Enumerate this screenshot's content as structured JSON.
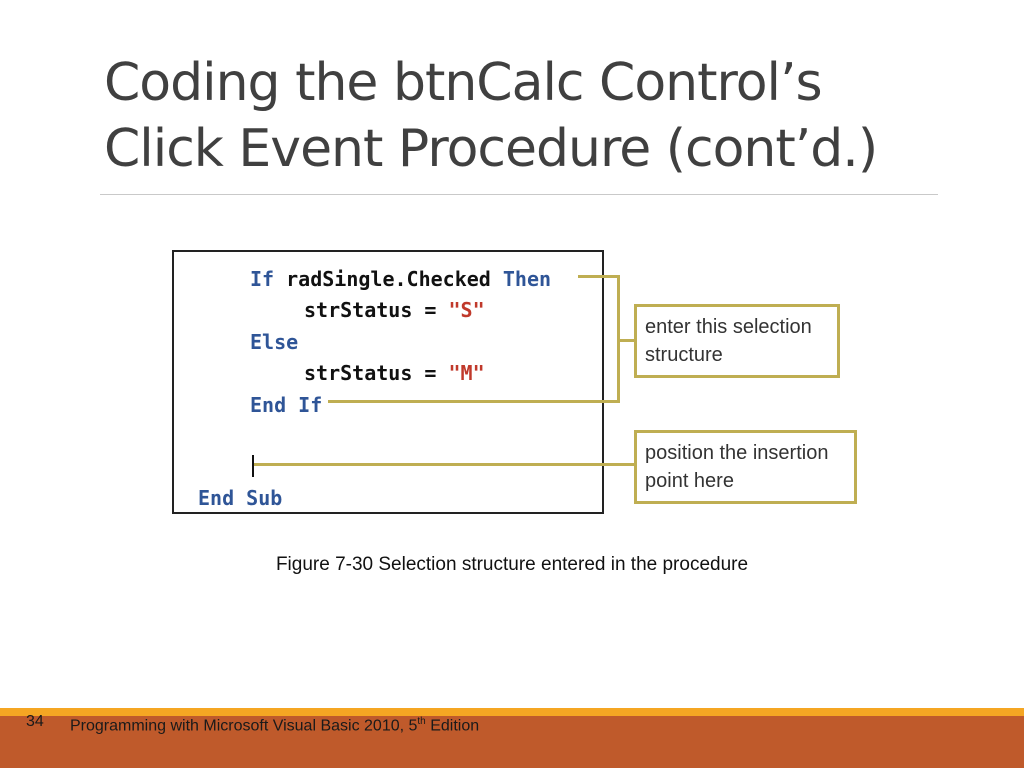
{
  "slide": {
    "title_line1": "Coding the btnCalc Control’s",
    "title_line2": "Click Event Procedure (cont’d.)",
    "code": {
      "line1_kw1": "If",
      "line1_text": " radSingle.Checked ",
      "line1_kw2": "Then",
      "line2_text": "strStatus = ",
      "line2_str": "\"S\"",
      "line3_kw": "Else",
      "line4_text": "strStatus = ",
      "line4_str": "\"M\"",
      "line5_kw1": "End",
      "line5_kw2": "If",
      "line7_kw1": "End",
      "line7_kw2": "Sub"
    },
    "callouts": {
      "selection_line1": "enter this selection",
      "selection_line2": "structure",
      "insertion_line1": "position the insertion",
      "insertion_line2": "point here"
    },
    "caption": "Figure 7-30 Selection structure entered in the procedure",
    "slide_number": "34",
    "footer_prefix": "Programming with Microsoft Visual Basic 2010, 5",
    "footer_sup": "th",
    "footer_suffix": " Edition",
    "colors": {
      "accent_orange": "#bf5a2b",
      "accent_yellow": "#f5a623",
      "callout_border": "#bfae52",
      "keyword_blue": "#2f5597",
      "string_red": "#c0392b"
    }
  }
}
